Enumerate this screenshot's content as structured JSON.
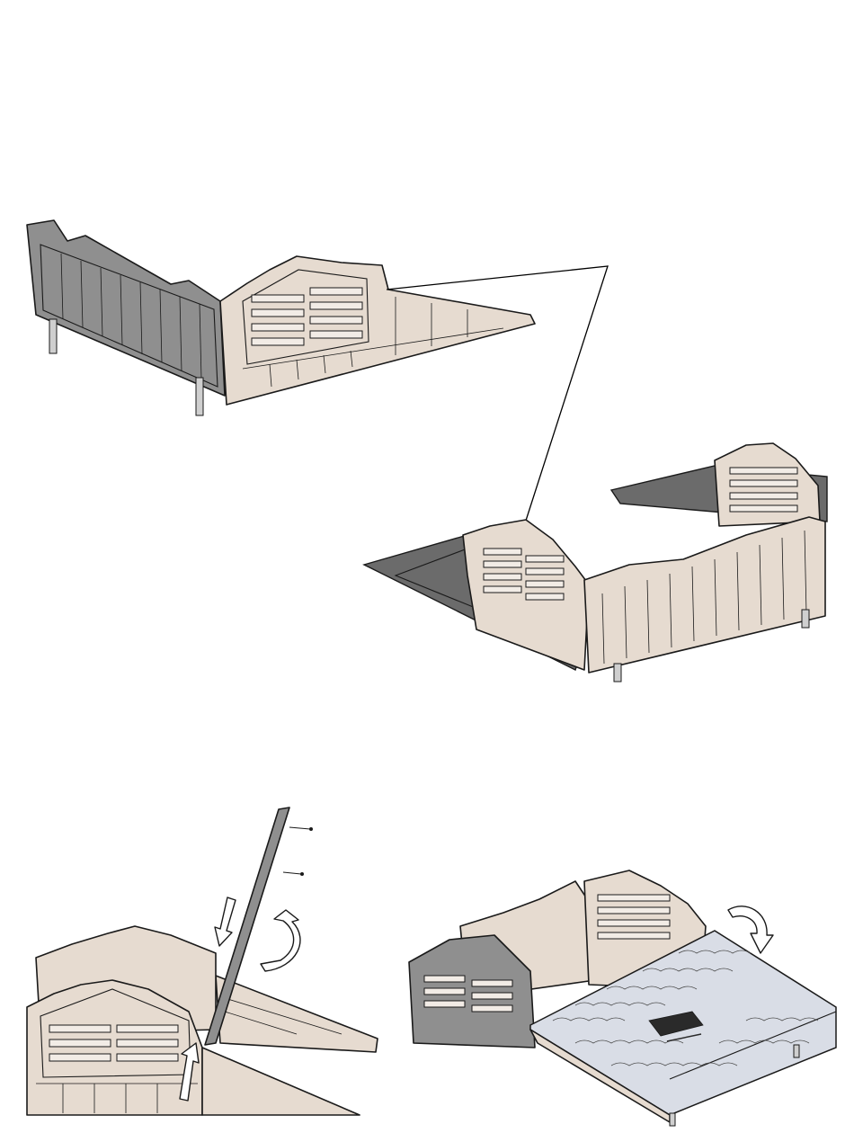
{
  "figure": {
    "steps": [
      {
        "id": "step-1",
        "description_visible": ""
      },
      {
        "id": "step-2",
        "description_visible": ""
      },
      {
        "id": "step-3",
        "description_visible": ""
      },
      {
        "id": "step-4",
        "description_visible": ""
      }
    ],
    "logo_text": "",
    "colors": {
      "panel_beige": "#e6dbd0",
      "panel_grey": "#8f8f8f",
      "roof": "#d9dde6",
      "outline": "#1a1a1a"
    },
    "icons": [
      "push-down-arrow-icon",
      "push-up-arrow-icon",
      "rotate-arrow-icon"
    ]
  }
}
